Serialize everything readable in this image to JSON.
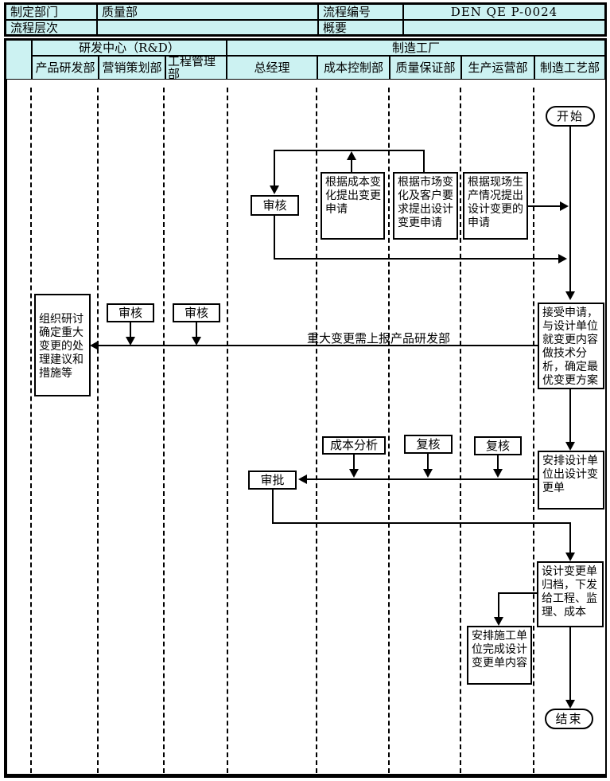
{
  "colors": {
    "header_bg": "#ccf2f2",
    "line": "#000000",
    "background": "#ffffff"
  },
  "info": {
    "made_by_label": "制定部门",
    "made_by_value": "质量部",
    "flow_no_label": "流程编号",
    "flow_no_value": "DEN QE P-0024",
    "flow_level_label": "流程层次",
    "flow_level_value": "",
    "summary_label": "概要",
    "summary_value": ""
  },
  "lanes": {
    "groups": [
      "研发中心（R&D）",
      "制造工厂"
    ],
    "departments": [
      "产品研发部",
      "营销策划部",
      "工程管理部",
      "总经理",
      "成本控制部",
      "质量保证部",
      "生产运营部",
      "制造工艺部"
    ]
  },
  "nodes": {
    "start": "开始",
    "end": "结束",
    "cost_change_request": "根据成本变化提出变更申请",
    "market_change_request": "根据市场变化及客户要求提出设计变更申请",
    "site_change_request": "根据现场生产情况提出设计变更的申请",
    "review_gm": "审核",
    "review_marketing": "审核",
    "review_engineering": "审核",
    "organize_research": "组织研讨确定重大变更的处理建议和措施等",
    "accept_request": "接受申请，与设计单位就变更内容做技术分析，确定最优变更方案",
    "cost_analysis": "成本分析",
    "recheck_qa": "复核",
    "recheck_ops": "复核",
    "arrange_design_unit": "安排设计单位出设计变更单",
    "approval": "审批",
    "archive_distribute": "设计变更单归档，下发给工程、监理、成本",
    "arrange_construction": "安排施工单位完成设计变更单内容"
  },
  "annotations": {
    "major_change_note": "重大变更需上报产品研发部"
  }
}
